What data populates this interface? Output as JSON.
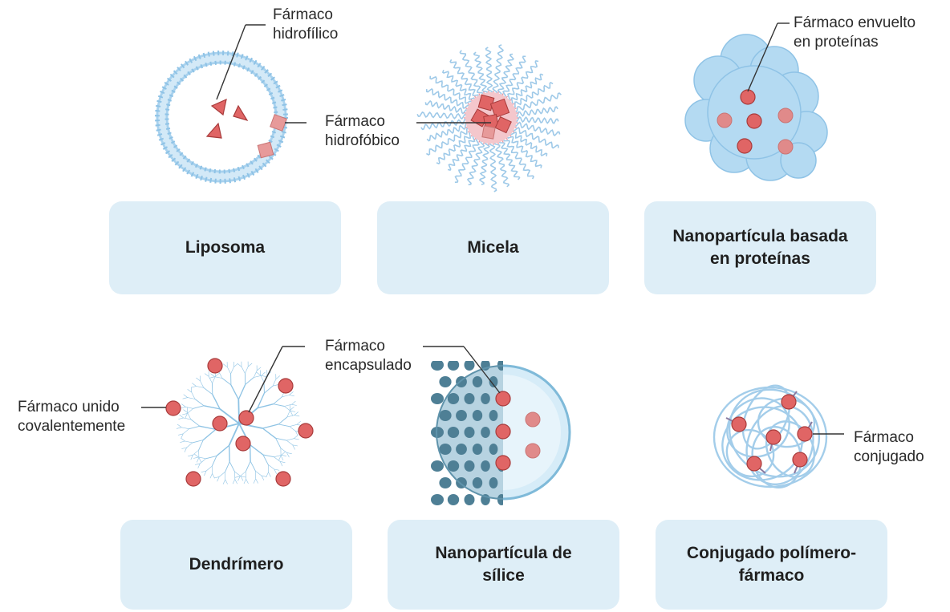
{
  "nanoparticles": [
    {
      "name": "Liposoma",
      "labels": [
        "Fármaco\nhidrofílico",
        "Fármaco\nhidrofóbico"
      ]
    },
    {
      "name": "Micela",
      "labels": []
    },
    {
      "name": "Nanopartícula basada\nen proteínas",
      "labels": [
        "Fármaco envuelto\nen proteínas"
      ]
    },
    {
      "name": "Dendrímero",
      "labels": [
        "Fármaco unido\ncovalentemente"
      ]
    },
    {
      "name": "Nanopartícula de\nsílice",
      "labels": [
        "Fármaco\nencapsulado"
      ]
    },
    {
      "name": "Conjugado polímero-\nfármaco",
      "labels": [
        "Fármaco\nconjugado"
      ]
    }
  ],
  "colors": {
    "drug": "#e06565",
    "drug_stroke": "#a83b3b",
    "membrane": "#a9d2ee",
    "box": "#deeef7",
    "protein": "#b4daf2",
    "silica_dark": "#4e7f95",
    "silica_light": "#d6ecf8"
  }
}
